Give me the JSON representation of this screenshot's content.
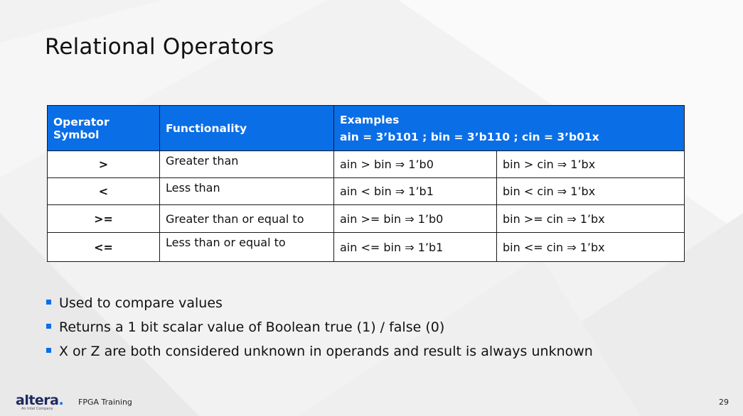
{
  "slide": {
    "title": "Relational Operators",
    "footer": {
      "logo_text": "altera",
      "logo_tagline": "An Intel Company",
      "label": "FPGA Training",
      "page_number": "29"
    }
  },
  "table": {
    "headers": {
      "operator_symbol": "Operator Symbol",
      "functionality": "Functionality",
      "examples": "Examples",
      "examples_sub": "ain = 3’b101 ; bin = 3’b110 ; cin = 3’b01x"
    },
    "rows": [
      {
        "symbol": ">",
        "functionality": "Greater than",
        "example1": "ain > bin ⇒ 1’b0",
        "example2": "bin > cin ⇒ 1’bx"
      },
      {
        "symbol": "<",
        "functionality": "Less than",
        "example1": "ain < bin ⇒ 1’b1",
        "example2": "bin < cin ⇒ 1’bx"
      },
      {
        "symbol": ">=",
        "functionality": "Greater than or equal to",
        "example1": "ain >= bin ⇒ 1’b0",
        "example2": "bin >= cin ⇒ 1’bx"
      },
      {
        "symbol": "<=",
        "functionality": "Less than or equal to",
        "example1": "ain <= bin ⇒ 1’b1",
        "example2": "bin <= cin ⇒ 1’bx"
      }
    ]
  },
  "bullets": [
    "Used to compare values",
    "Returns a 1 bit scalar value of Boolean true (1) / false (0)",
    "X or Z are both considered unknown in operands and result is always unknown"
  ],
  "colors": {
    "accent": "#0a6ee6",
    "background": "#f2f2f3",
    "logo": "#1d2a5c"
  }
}
